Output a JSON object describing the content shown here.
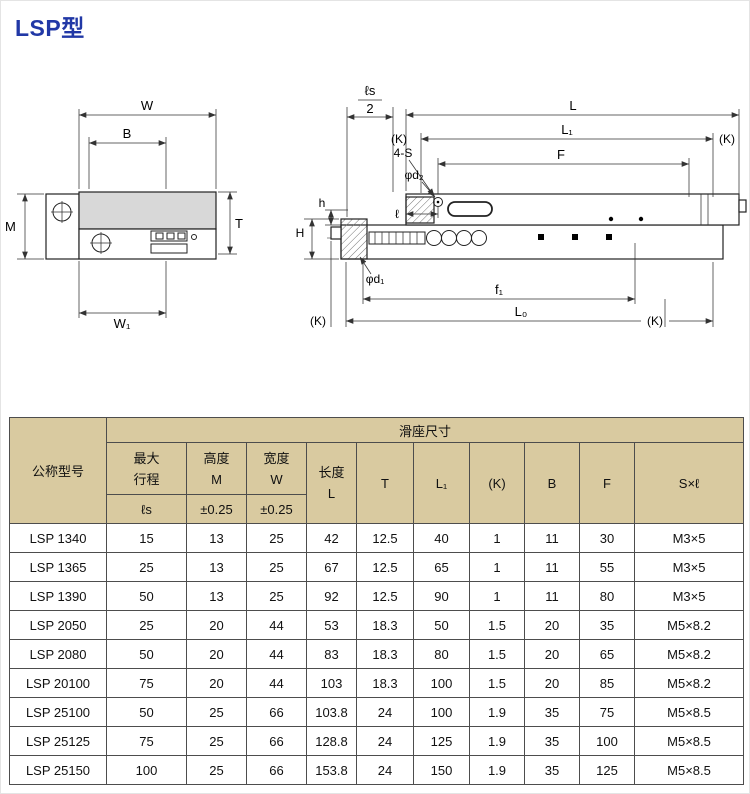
{
  "page": {
    "title": "LSP型"
  },
  "colors": {
    "accent_blue": "#2138a6",
    "header_tan": "#d9caa0",
    "line": "#333333"
  },
  "diagram": {
    "front_view": {
      "w": "W",
      "b": "B",
      "m": "M",
      "t": "T",
      "w1": "W₁"
    },
    "side_view": {
      "ls_num": "ℓs",
      "ls_den": "2",
      "l": "L",
      "l1": "L₁",
      "k": "(K)",
      "f": "F",
      "four_s": "4-S",
      "d2": "φd₂",
      "ell": "ℓ",
      "h": "h",
      "hcap": "H",
      "d1": "φd₁",
      "f1": "f₁",
      "l0": "L₀"
    }
  },
  "table": {
    "header": {
      "model": "公称型号",
      "group": "滑座尺寸",
      "stroke_l1": "最大",
      "stroke_l2": "行程",
      "stroke_l3": "ℓs",
      "height_l1": "高度",
      "height_l2": "M",
      "height_l3": "±0.25",
      "width_l1": "宽度",
      "width_l2": "W",
      "width_l3": "±0.25",
      "length_l1": "长度",
      "length_l2": "L",
      "t": "T",
      "l1": "L₁",
      "k": "(K)",
      "b": "B",
      "f": "F",
      "s": "S×ℓ"
    },
    "rows": [
      {
        "model": "LSP 1340",
        "stroke": "15",
        "m": "13",
        "w": "25",
        "l": "42",
        "t": "12.5",
        "l1": "40",
        "k": "1",
        "b": "11",
        "f": "30",
        "s": "M3×5"
      },
      {
        "model": "LSP 1365",
        "stroke": "25",
        "m": "13",
        "w": "25",
        "l": "67",
        "t": "12.5",
        "l1": "65",
        "k": "1",
        "b": "11",
        "f": "55",
        "s": "M3×5"
      },
      {
        "model": "LSP 1390",
        "stroke": "50",
        "m": "13",
        "w": "25",
        "l": "92",
        "t": "12.5",
        "l1": "90",
        "k": "1",
        "b": "11",
        "f": "80",
        "s": "M3×5"
      },
      {
        "model": "LSP 2050",
        "stroke": "25",
        "m": "20",
        "w": "44",
        "l": "53",
        "t": "18.3",
        "l1": "50",
        "k": "1.5",
        "b": "20",
        "f": "35",
        "s": "M5×8.2"
      },
      {
        "model": "LSP 2080",
        "stroke": "50",
        "m": "20",
        "w": "44",
        "l": "83",
        "t": "18.3",
        "l1": "80",
        "k": "1.5",
        "b": "20",
        "f": "65",
        "s": "M5×8.2"
      },
      {
        "model": "LSP 20100",
        "stroke": "75",
        "m": "20",
        "w": "44",
        "l": "103",
        "t": "18.3",
        "l1": "100",
        "k": "1.5",
        "b": "20",
        "f": "85",
        "s": "M5×8.2"
      },
      {
        "model": "LSP 25100",
        "stroke": "50",
        "m": "25",
        "w": "66",
        "l": "103.8",
        "t": "24",
        "l1": "100",
        "k": "1.9",
        "b": "35",
        "f": "75",
        "s": "M5×8.5"
      },
      {
        "model": "LSP 25125",
        "stroke": "75",
        "m": "25",
        "w": "66",
        "l": "128.8",
        "t": "24",
        "l1": "125",
        "k": "1.9",
        "b": "35",
        "f": "100",
        "s": "M5×8.5"
      },
      {
        "model": "LSP 25150",
        "stroke": "100",
        "m": "25",
        "w": "66",
        "l": "153.8",
        "t": "24",
        "l1": "150",
        "k": "1.9",
        "b": "35",
        "f": "125",
        "s": "M5×8.5"
      }
    ]
  }
}
